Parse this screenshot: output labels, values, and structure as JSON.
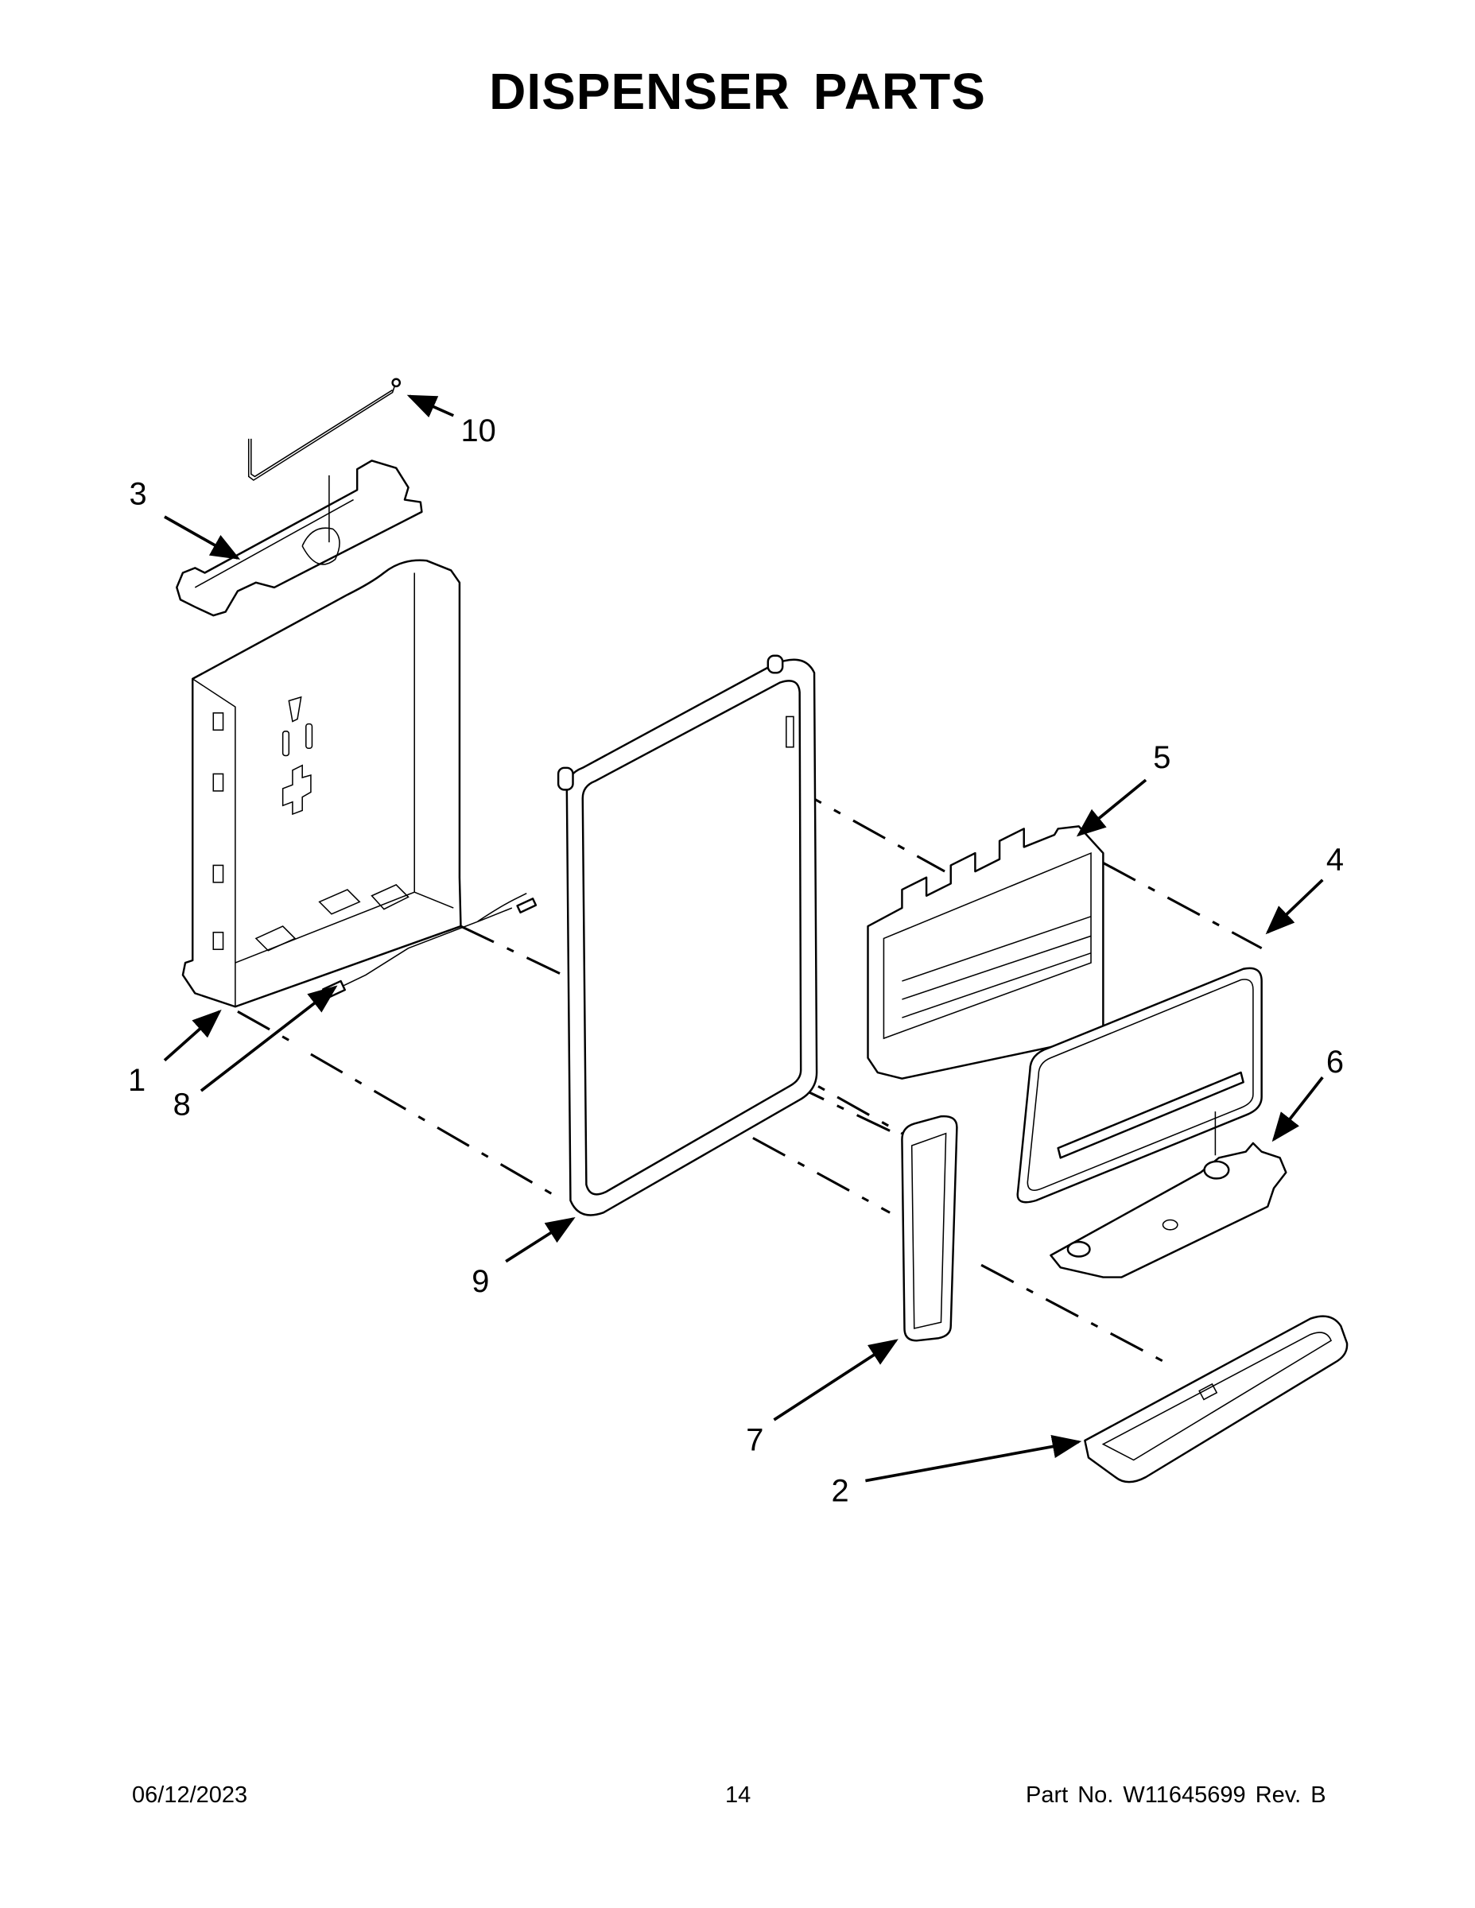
{
  "header": {
    "title": "DISPENSER PARTS"
  },
  "diagram": {
    "callouts": [
      "1",
      "2",
      "3",
      "4",
      "5",
      "6",
      "7",
      "8",
      "9",
      "10"
    ]
  },
  "footer": {
    "date": "06/12/2023",
    "page": "14",
    "part_number": "Part No.  W11645699  Rev.  B"
  }
}
